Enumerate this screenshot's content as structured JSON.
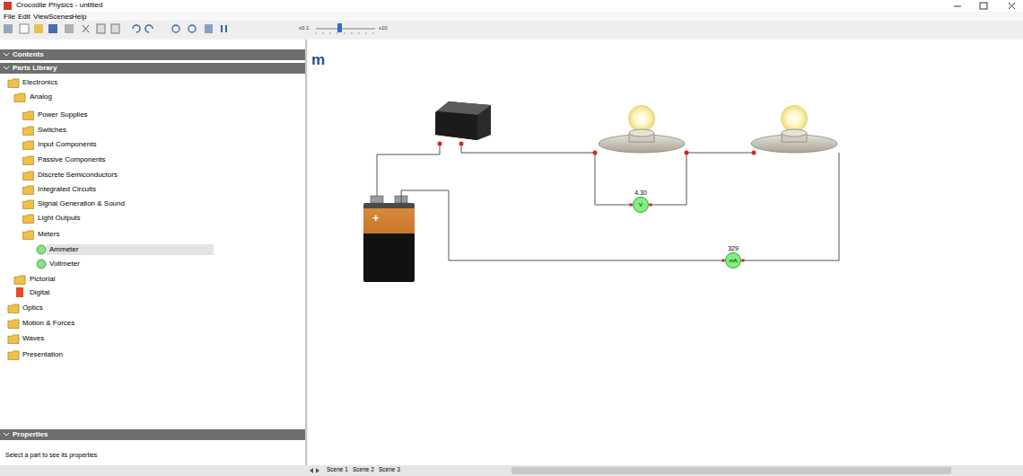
{
  "diagram": {
    "nodes": [
      {
        "text": [
          "4.30",
          "V"
        ]
      },
      {
        "text": [
          "+"
        ]
      },
      {
        "text": [
          "329",
          "mA"
        ]
      }
    ],
    "edges": [
      {
        "from": 1,
        "to": 2,
        "arrow": "none"
      }
    ],
    "labels": [
      "Crocodile Physics - untitled",
      "File",
      "Edit",
      "View",
      "Scenes",
      "Help",
      "x0.1",
      "x10",
      "Contents",
      "Parts Library",
      "Electronics",
      "Analog",
      "Power Supplies",
      "Switches",
      "Input Components",
      "Passive Components",
      "Discrete Semiconductors",
      "Integrated Circuits",
      "Signal Generation & Sound",
      "Light Outputs",
      "Meters",
      "Ammeter",
      "Voltmeter",
      "Pictorial",
      "Digital",
      "Optics",
      "Motion & Forces",
      "Waves",
      "Presentation",
      "Properties",
      "Select a part to see its properties",
      "m",
      "Scene 1",
      "Scene 2",
      "Scene 3"
    ]
  }
}
